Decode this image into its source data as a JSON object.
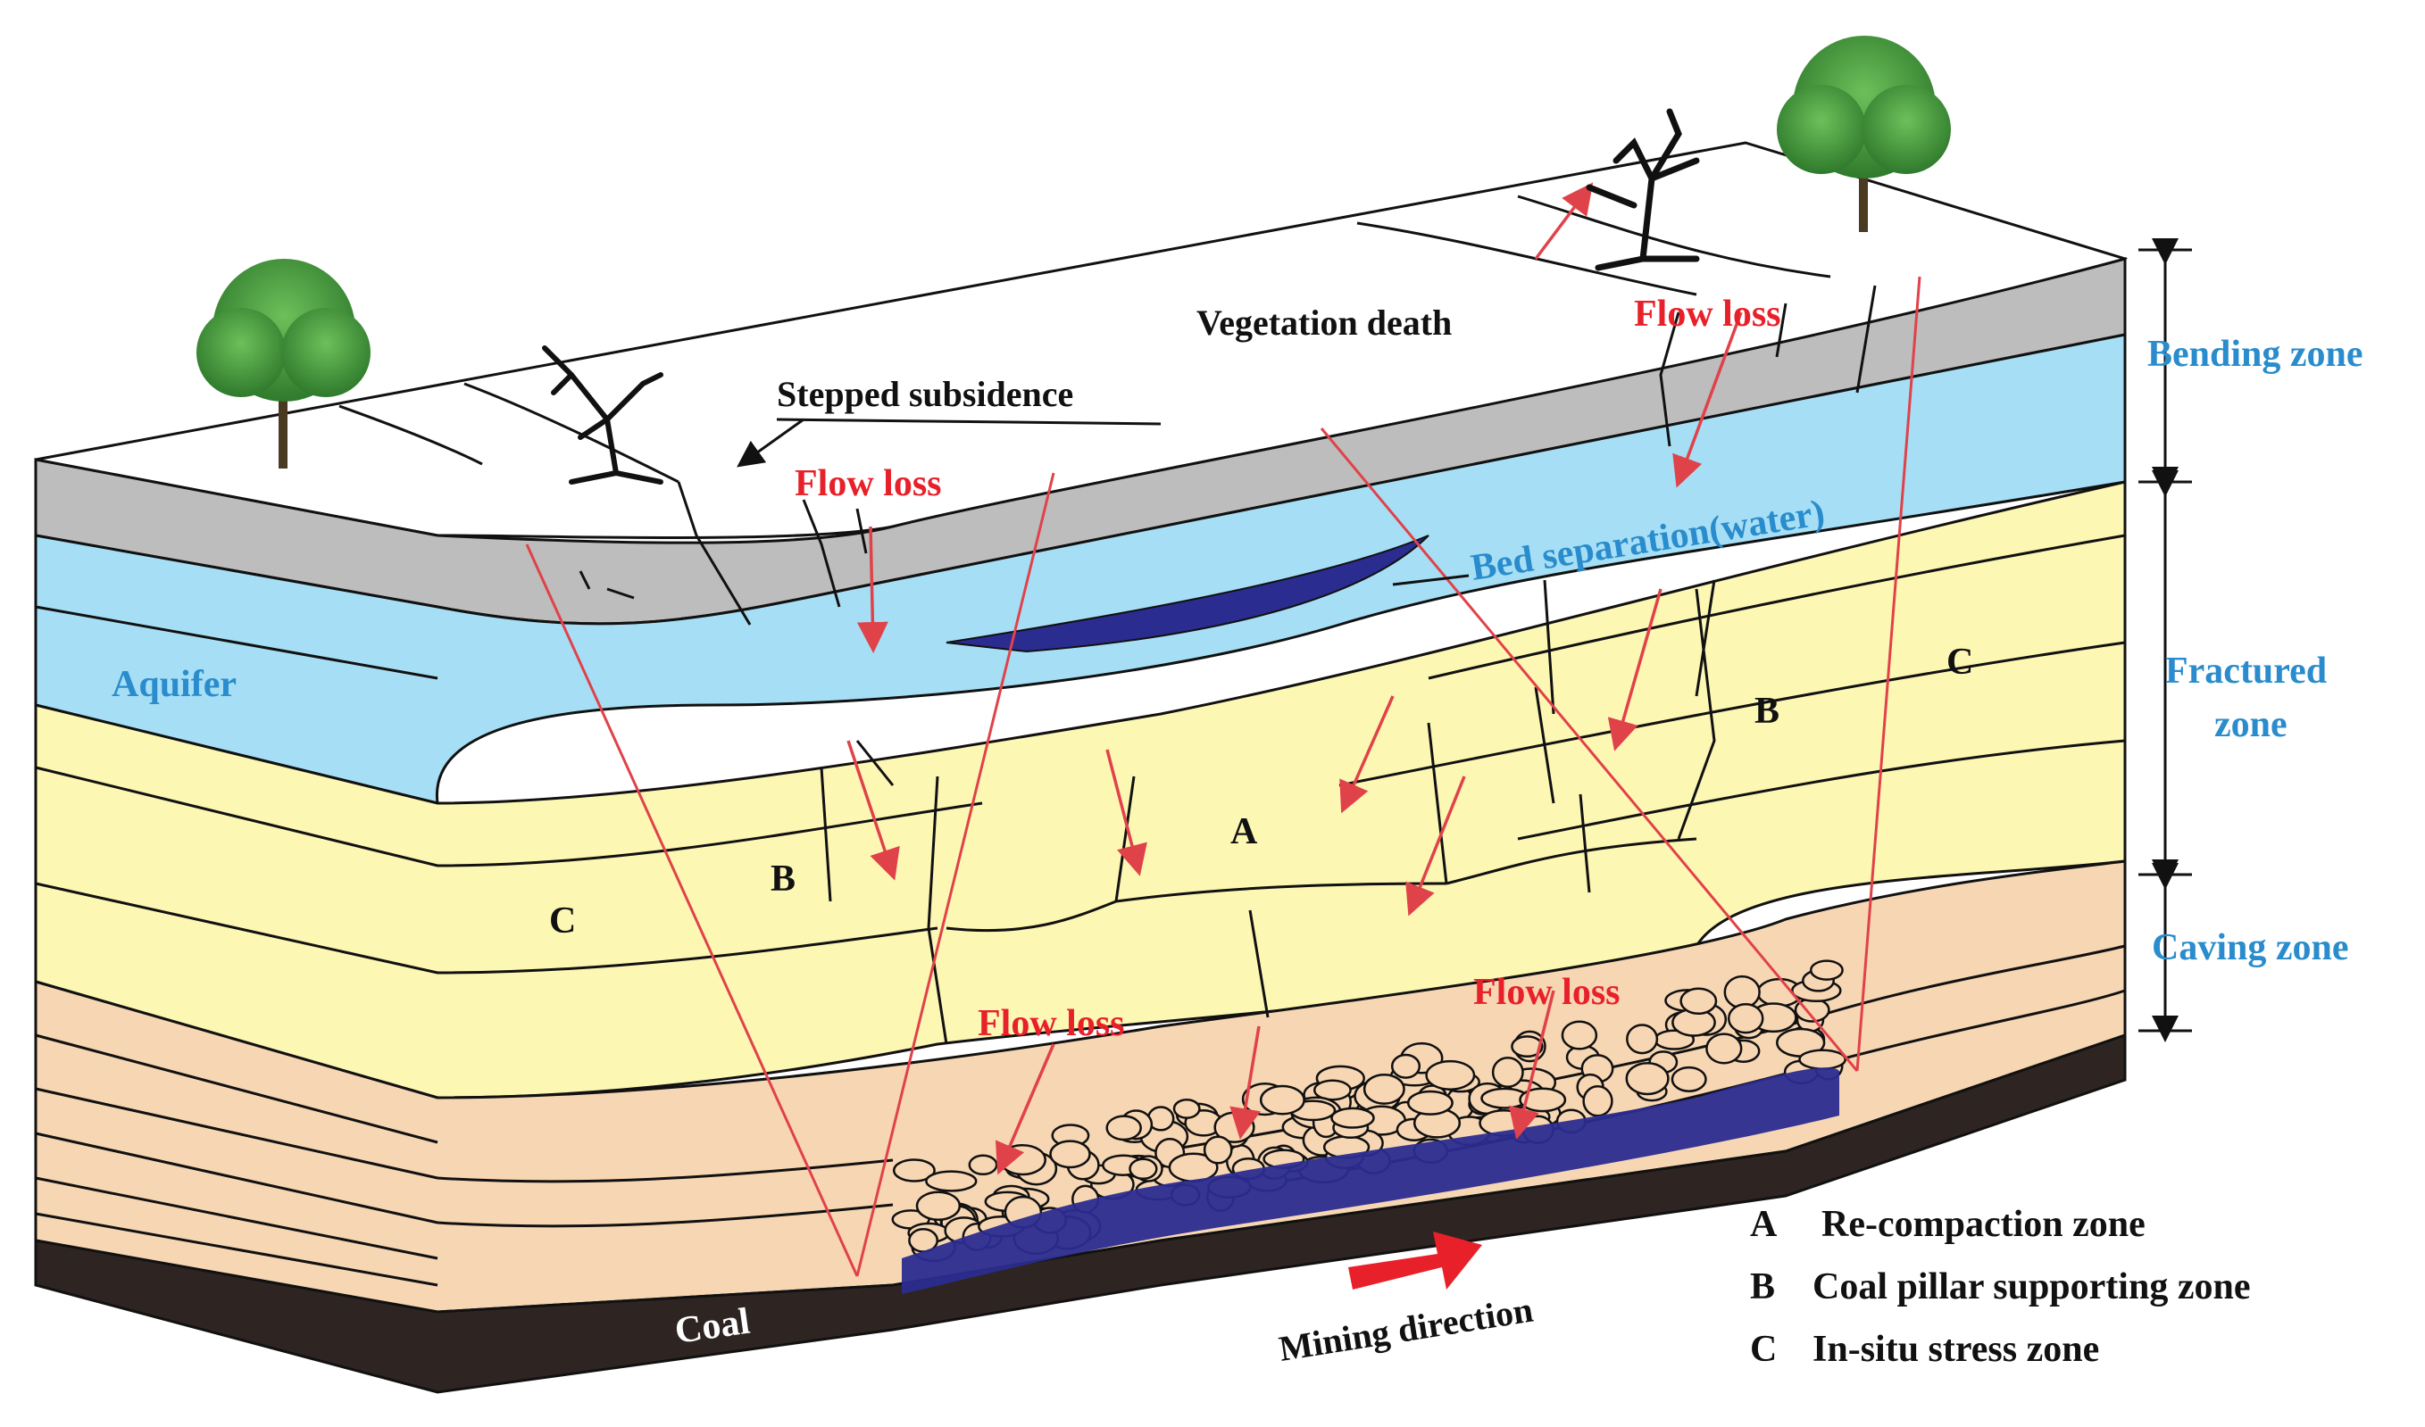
{
  "labels": {
    "stepped_subsidence": "Stepped subsidence",
    "vegetation_death": "Vegetation death",
    "flow_loss": "Flow loss",
    "bed_separation": "Bed separation(water)",
    "aquifer": "Aquifer",
    "coal": "Coal",
    "mining_direction": "Mining direction",
    "zone_A": "A",
    "zone_B": "B",
    "zone_C": "C"
  },
  "vertical_zones": [
    {
      "name": "Bending zone"
    },
    {
      "name": "Fractured",
      "name2": "zone"
    },
    {
      "name": "Caving zone"
    }
  ],
  "legend": [
    {
      "key": "A",
      "text": "Re-compaction zone"
    },
    {
      "key": "B",
      "text": "Coal pillar supporting zone"
    },
    {
      "key": "C",
      "text": "In-situ stress zone"
    }
  ],
  "colors": {
    "surface": "#ffffff",
    "soil_gray": "#bdbdbd",
    "aquifer_blue": "#a6dff5",
    "sandstone_yellow": "#fdf7b4",
    "mudstone_peach": "#f7d6b3",
    "coal_dark": "#2e2523",
    "water_navy": "#2b2c90",
    "flow_red": "#e8202a",
    "zone_blue": "#2a8ccc",
    "tree_green": "#3f9a3a"
  }
}
